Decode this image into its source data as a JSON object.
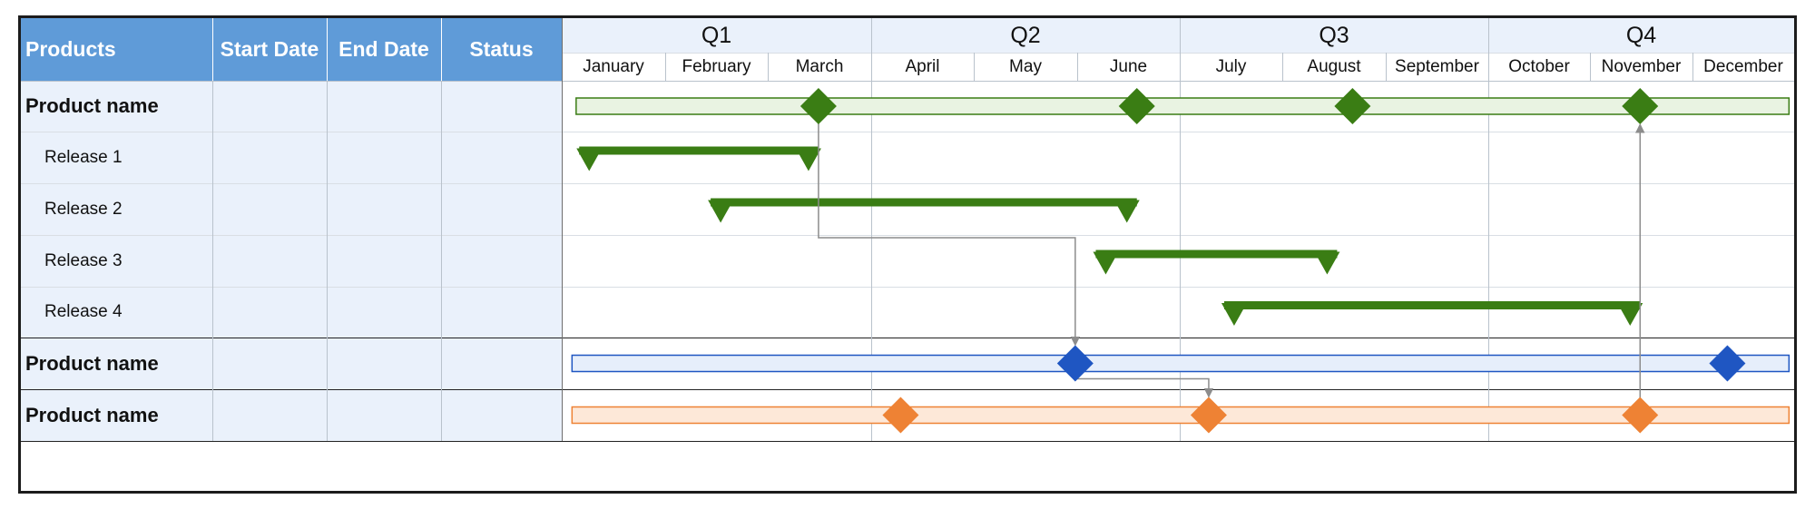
{
  "table": {
    "headers": {
      "products": "Products",
      "start_date": "Start Date",
      "end_date": "End Date",
      "status": "Status"
    },
    "rows": [
      {
        "label": "Product name",
        "kind": "product"
      },
      {
        "label": "Release 1",
        "kind": "release"
      },
      {
        "label": "Release 2",
        "kind": "release"
      },
      {
        "label": "Release 3",
        "kind": "release"
      },
      {
        "label": "Release 4",
        "kind": "release"
      },
      {
        "label": "Product name",
        "kind": "product"
      },
      {
        "label": "Product name",
        "kind": "product"
      }
    ]
  },
  "timeline": {
    "quarters": [
      "Q1",
      "Q2",
      "Q3",
      "Q4"
    ],
    "months": [
      "January",
      "February",
      "March",
      "April",
      "May",
      "June",
      "July",
      "August",
      "September",
      "October",
      "November",
      "December"
    ]
  },
  "chart_data": {
    "type": "gantt",
    "time_unit": "month",
    "colors": {
      "green": "#3a7d14",
      "green_fill": "#e9f3e2",
      "blue": "#1f56c2",
      "blue_fill": "#e6eefb",
      "orange": "#ee8234",
      "orange_fill": "#fde8d8",
      "connector": "#8c8c8c"
    },
    "summary_bars": [
      {
        "row": 0,
        "start": 0.14,
        "end": 11.95,
        "color": "green",
        "milestones": [
          2.5,
          5.6,
          7.7,
          10.5
        ]
      },
      {
        "row": 5,
        "start": 0.1,
        "end": 11.95,
        "color": "blue",
        "milestones": [
          5.0,
          11.35
        ]
      },
      {
        "row": 6,
        "start": 0.1,
        "end": 11.95,
        "color": "orange",
        "milestones": [
          3.3,
          6.3,
          10.5
        ]
      }
    ],
    "releases": [
      {
        "row": 1,
        "start": 0.17,
        "end": 2.5,
        "color": "green"
      },
      {
        "row": 2,
        "start": 1.45,
        "end": 5.6,
        "color": "green"
      },
      {
        "row": 3,
        "start": 5.2,
        "end": 7.55,
        "color": "green"
      },
      {
        "row": 4,
        "start": 6.45,
        "end": 10.5,
        "color": "green"
      }
    ],
    "dependencies": [
      {
        "from_row": 0,
        "from_month": 2.5,
        "to_row": 5,
        "to_month": 5.0,
        "via": "elbow"
      },
      {
        "from_row": 5,
        "from_month": 5.0,
        "to_row": 6,
        "to_month": 6.3,
        "via": "elbow"
      },
      {
        "from_row": 6,
        "from_month": 10.5,
        "to_row": 0,
        "to_month": 10.5,
        "via": "vertical"
      }
    ]
  }
}
